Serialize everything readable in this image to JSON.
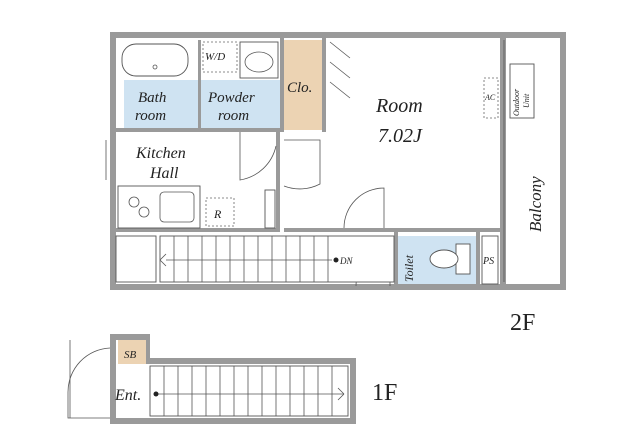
{
  "labels": {
    "bath_1": "Bath",
    "bath_2": "room",
    "wd": "W/D",
    "powder_1": "Powder",
    "powder_2": "room",
    "clo": "Clo.",
    "room": "Room",
    "room_size": "7.02J",
    "ac": "AC",
    "outdoor_1": "Outdoor",
    "outdoor_2": "Unit",
    "kitchen": "Kitchen",
    "hall": "Hall",
    "r": "R",
    "balcony": "Balcony",
    "dn": "DN",
    "toilet": "Toilet",
    "ps": "PS",
    "floor2": "2F",
    "sb": "SB",
    "ent": "Ent.",
    "floor1": "1F"
  },
  "colors": {
    "wet_area": "#cfe3f2",
    "closet": "#ecd3b3",
    "shoe_box": "#ecd3b3",
    "wall": "#9a9a9a"
  }
}
